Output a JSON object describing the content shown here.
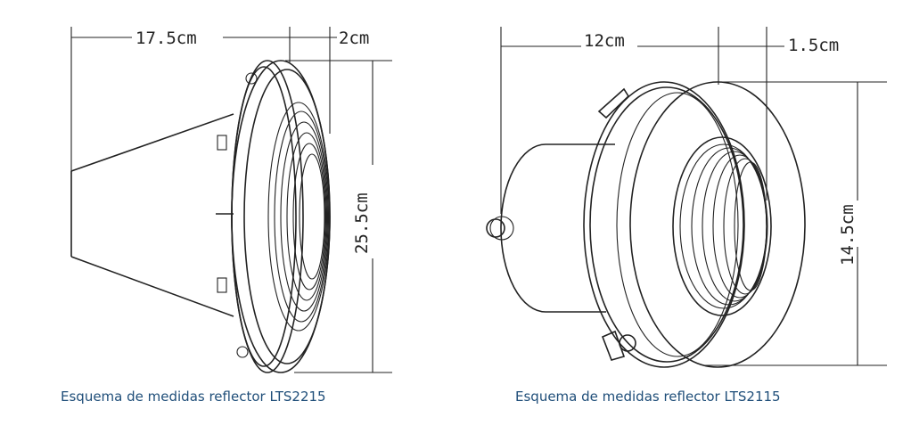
{
  "figures": [
    {
      "caption": "Esquema de medidas reflector LTS2215",
      "dimensions": {
        "depth": "17.5cm",
        "flange": "2cm",
        "diameter": "25.5cm"
      }
    },
    {
      "caption": "Esquema de medidas reflector LTS2115",
      "dimensions": {
        "depth": "12cm",
        "flange": "1.5cm",
        "diameter": "14.5cm"
      }
    }
  ]
}
